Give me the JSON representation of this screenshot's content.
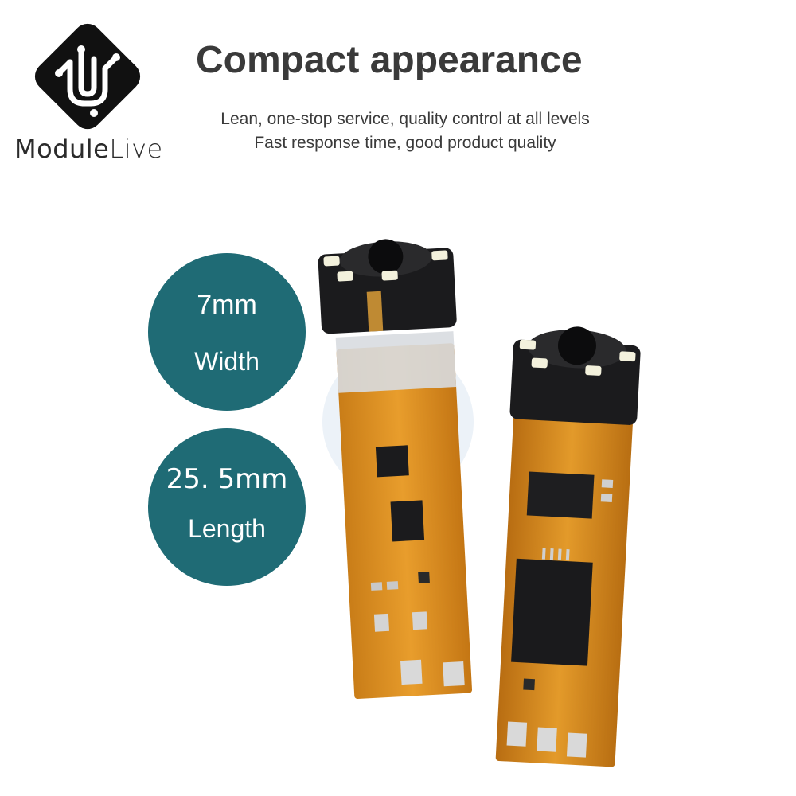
{
  "brand": {
    "part1": "Module",
    "part2": "Live",
    "logo_icon": "circuit-logo-icon"
  },
  "headline": "Compact appearance",
  "subtitle": [
    "Lean, one-stop service, quality control at all levels",
    "Fast response time, good product quality"
  ],
  "specs": {
    "width": {
      "value": "7mm",
      "label": "Width"
    },
    "length": {
      "value": "25. 5mm",
      "label": "Length"
    }
  },
  "colors": {
    "badge": "#1f6b75",
    "pcb": "#e0962a",
    "text": "#3a3a3a"
  },
  "photo_icon": "camera-module-pcb-icon"
}
